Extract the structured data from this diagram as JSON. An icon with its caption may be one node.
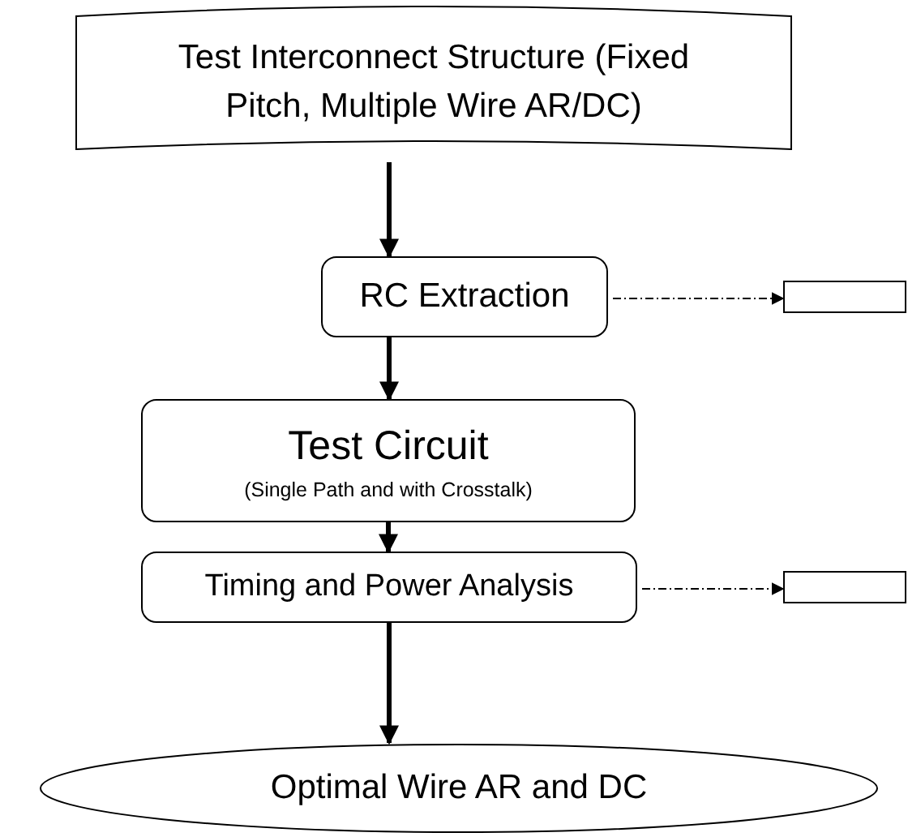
{
  "diagram": {
    "nodes": [
      {
        "text": [
          "Test Interconnect Structure (Fixed Pitch, Multiple Wire AR/DC)"
        ]
      },
      {
        "text": [
          "RC Extraction"
        ]
      },
      {
        "text": [
          "Test Circuit",
          "(Single Path and with Crosstalk)"
        ]
      },
      {
        "text": [
          "Timing and Power Analysis"
        ]
      },
      {
        "text": [
          "Optimal Wire AR and DC"
        ]
      },
      {
        "text": [],
        "shape": "box"
      },
      {
        "text": [],
        "shape": "box"
      }
    ],
    "edges": [
      {
        "from": 0,
        "to": 1,
        "arrow": "to"
      },
      {
        "from": 1,
        "to": 2,
        "arrow": "to"
      },
      {
        "from": 2,
        "to": 3,
        "arrow": "to"
      },
      {
        "from": 3,
        "to": 4,
        "arrow": "to"
      },
      {
        "from": 1,
        "to": 5,
        "arrow": "to",
        "style": "dashed"
      },
      {
        "from": 3,
        "to": 6,
        "arrow": "to",
        "style": "dashed"
      }
    ]
  }
}
